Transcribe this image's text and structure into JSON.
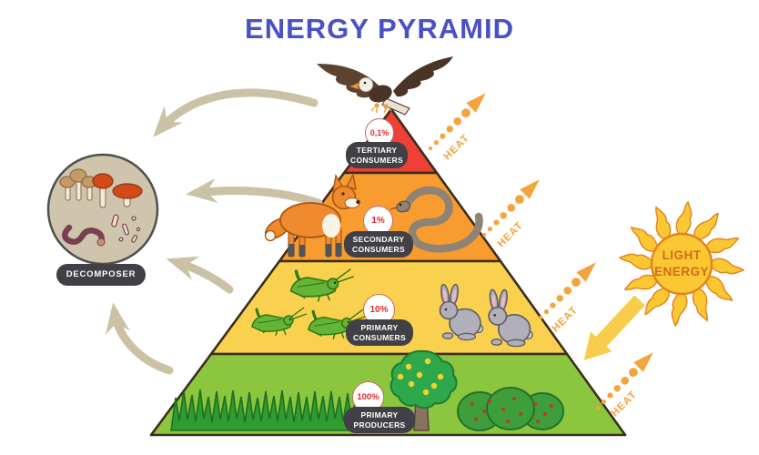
{
  "title": "ENERGY PYRAMID",
  "colors": {
    "title": "#4a51c5",
    "tertiary": "#ee4036",
    "secondary": "#f89c30",
    "primary_consumers": "#fad14f",
    "primary_producers": "#8cc63e",
    "outline": "#3b2d1d",
    "label_pill": "#414046",
    "percent_text": "#e8252a",
    "heat": "#f5a33c",
    "decomposer_arrow": "#cbc1a5",
    "decomposer_circle": "#cfc5ad",
    "sun": "#fbc733",
    "sun_text": "#cf6b1e",
    "light_arrow": "#f8cd4b"
  },
  "pyramid": {
    "levels": [
      {
        "name": "tertiary-consumers",
        "percent": "0,1%",
        "label_line1": "TERTIARY",
        "label_line2": "CONSUMERS",
        "organisms": [
          "eagle"
        ]
      },
      {
        "name": "secondary-consumers",
        "percent": "1%",
        "label_line1": "SECONDARY",
        "label_line2": "CONSUMERS",
        "organisms": [
          "fox",
          "snake"
        ]
      },
      {
        "name": "primary-consumers",
        "percent": "10%",
        "label_line1": "PRIMARY",
        "label_line2": "CONSUMERS",
        "organisms": [
          "grasshoppers",
          "rabbits"
        ]
      },
      {
        "name": "primary-producers",
        "percent": "100%",
        "label_line1": "PRIMARY",
        "label_line2": "PRODUCERS",
        "organisms": [
          "grass",
          "fruit-tree",
          "berry-bushes"
        ]
      }
    ]
  },
  "decomposer": {
    "label": "DECOMPOSER",
    "organisms": [
      "mushrooms",
      "worm",
      "bacteria"
    ]
  },
  "heat_arrows": [
    {
      "label": "HEAT"
    },
    {
      "label": "HEAT"
    },
    {
      "label": "HEAT"
    },
    {
      "label": "HEAT"
    }
  ],
  "sun": {
    "label_line1": "LIGHT",
    "label_line2": "ENERGY"
  }
}
